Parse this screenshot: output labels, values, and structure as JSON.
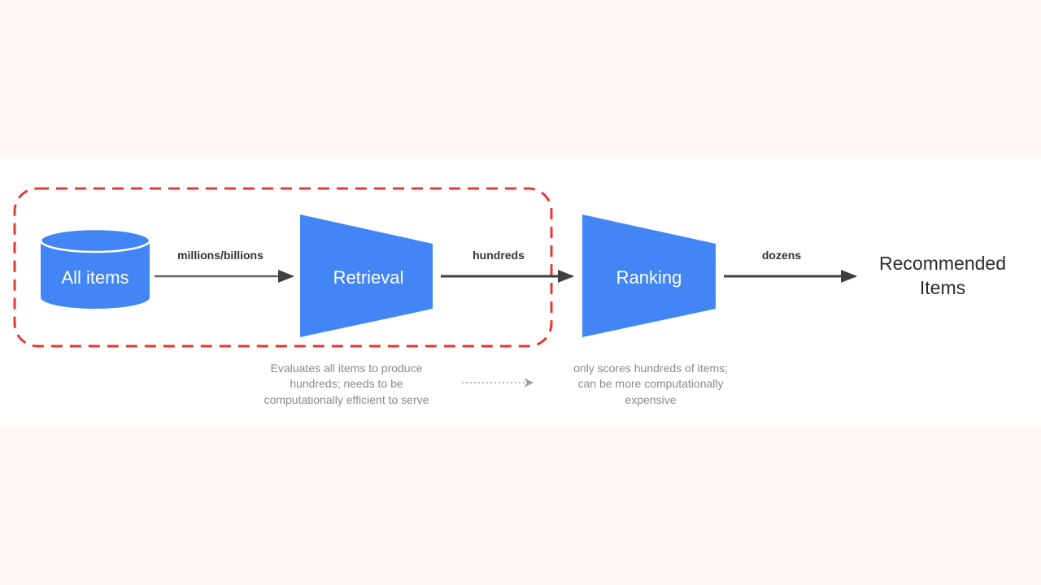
{
  "nodes": {
    "all_items": "All items",
    "retrieval": "Retrieval",
    "ranking": "Ranking",
    "output_line1": "Recommended",
    "output_line2": "Items"
  },
  "edges": {
    "to_retrieval": "millions/billions",
    "to_ranking": "hundreds",
    "to_output": "dozens"
  },
  "notes": {
    "retrieval": [
      "Evaluates all items to produce",
      "hundreds; needs to be",
      "computationally efficient to serve"
    ],
    "ranking": [
      "only scores hundreds of items;",
      "can be more computationally",
      "expensive"
    ]
  },
  "colors": {
    "shape_blue": "#4285f4",
    "arrow_dark": "#3c4043",
    "highlight_red": "#e53935",
    "note_gray": "#8a8a8a"
  }
}
